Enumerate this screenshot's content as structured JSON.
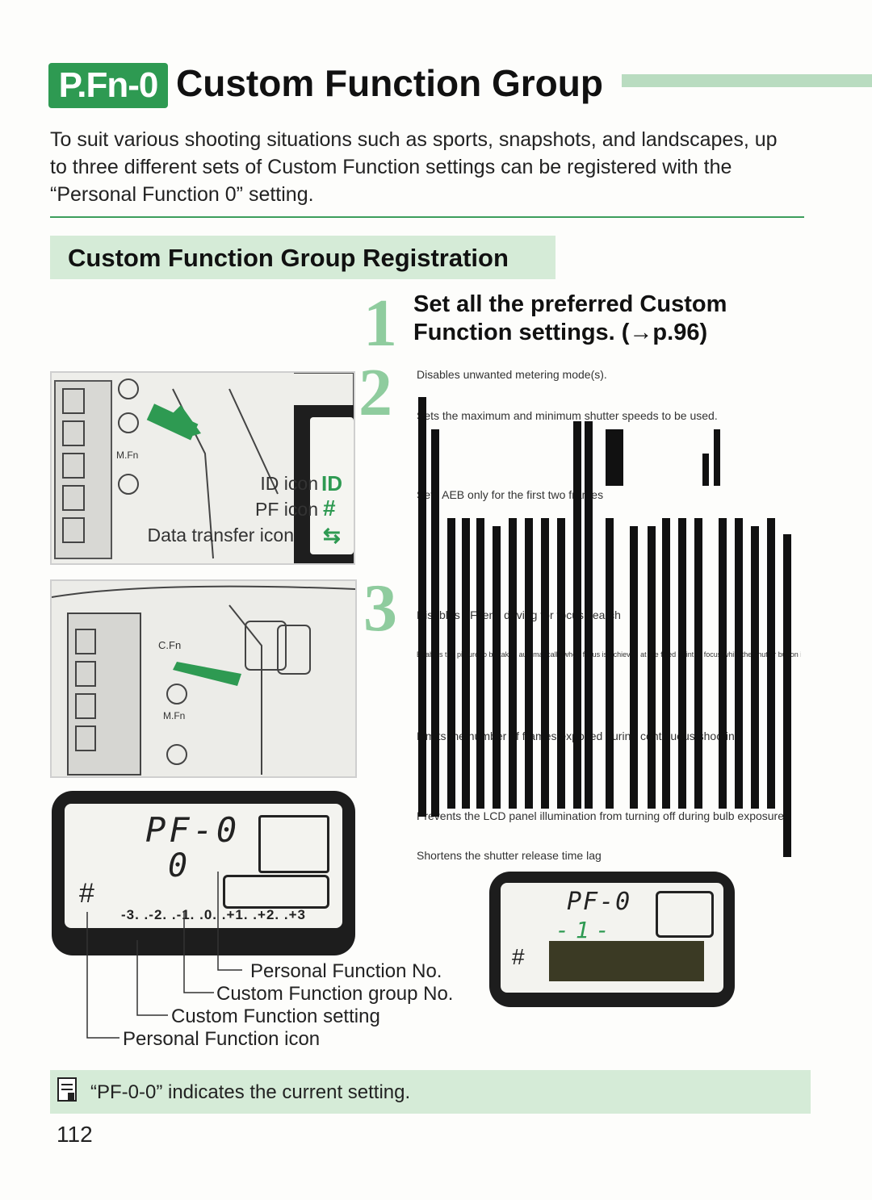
{
  "header": {
    "badge": "P.Fn-0",
    "title": "Custom Function Group"
  },
  "intro": "To suit various shooting situations such as sports, snapshots, and landscapes, up to three different sets of Custom Function settings can be registered with the “Personal Function 0” setting.",
  "section": {
    "title": "Custom Function Group Registration"
  },
  "steps": [
    {
      "number": "1",
      "text_line1": "Set all the preferred Custom",
      "text_line2": "Function settings. (→p.96)"
    },
    {
      "number": "2"
    },
    {
      "number": "3"
    }
  ],
  "camera_top": {
    "labels": [
      "ID icon",
      "PF icon",
      "Data transfer icon"
    ],
    "symbols": [
      "ID",
      "#",
      "⇆"
    ],
    "mfn_label": "M.Fn"
  },
  "camera_bottom": {
    "cfn_label": "C.Fn",
    "mfn_label": "M.Fn"
  },
  "lcd_large": {
    "line1": "PF-0",
    "line2": "0",
    "pf_symbol": "#",
    "scale": "-3. .-2. .-1. .0. .+1. .+2. .+3"
  },
  "lcd_legend": [
    "Personal Function No.",
    "Custom Function group No.",
    "Custom Function setting",
    "Personal Function icon"
  ],
  "menu_list": [
    "Disables unwanted metering mode(s).",
    "Sets the maximum and minimum shutter speeds to be used.",
    "Sets AEB only for the first two frames",
    "Disables AF lens driving for focus search",
    "Enables the picture to be taken automatically when focus is achieved at the fixed point of focus while the shutter button is pressed completely",
    "Limits the number of frames exposed during continuous shooting",
    "Prevents the LCD panel illumination from turning off during bulb exposures",
    "Shortens the shutter release time lag"
  ],
  "lcd_small": {
    "line1": "PF-0",
    "line2": "-1-",
    "pf_symbol": "#"
  },
  "note": {
    "text": "“PF-0-0” indicates the current setting."
  },
  "page_number": "112",
  "colors": {
    "accent": "#2e9a52",
    "light_green": "#d5ebd7",
    "step_green": "#8fcc9e"
  }
}
